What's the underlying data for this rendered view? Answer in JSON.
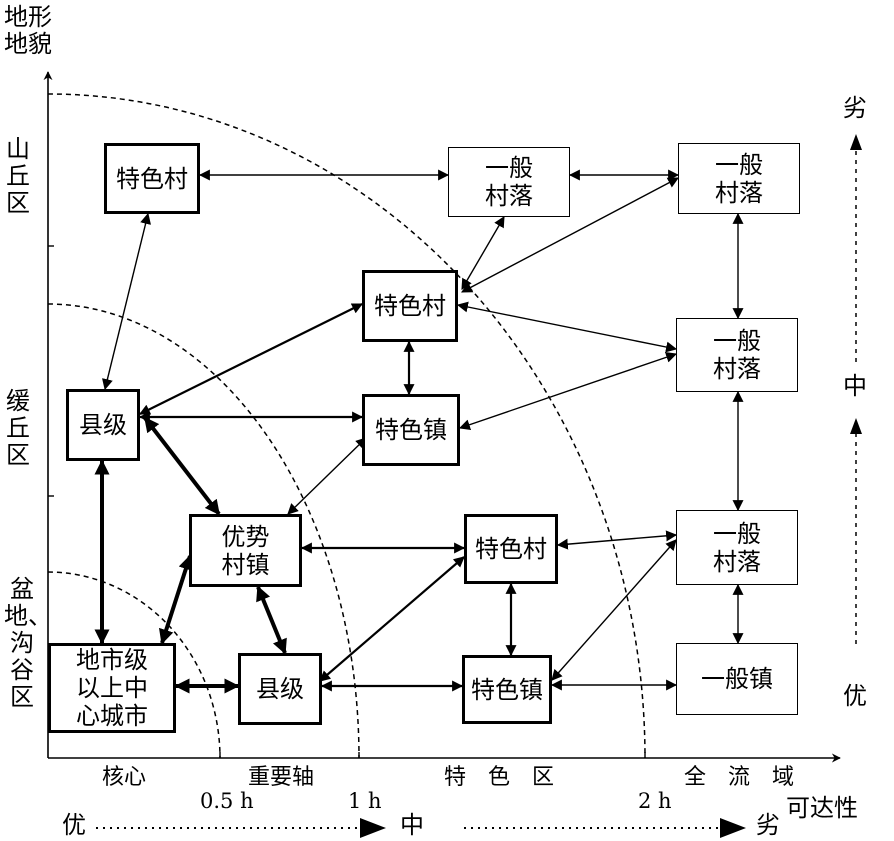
{
  "y_axis": {
    "title": "地形\n地貌",
    "top_label": "山\n丘\n区",
    "mid_label": "缓\n丘\n区",
    "bottom_label": "盆\n地、\n沟\n谷\n区"
  },
  "x_axis": {
    "zones": [
      "核心",
      "重要轴",
      "特　色　区",
      "全　流　域"
    ],
    "ticks": [
      "0.5 h",
      "1 h",
      "2 h"
    ],
    "title": "可达性",
    "scale": [
      "优",
      "中",
      "劣"
    ]
  },
  "right_scale": [
    "劣",
    "中",
    "优"
  ],
  "nodes": {
    "tese_cun_top": "特色村",
    "yiban_cunluo_top_mid": "一般\n村落",
    "yiban_cunluo_top_right": "一般\n村落",
    "tese_cun_mid": "特色村",
    "yiban_cunluo_mid_right": "一般\n村落",
    "xianji_left": "县级",
    "tese_zhen_mid": "特色镇",
    "youshi_cunzhen": "优势\n村镇",
    "tese_cun_low": "特色村",
    "yiban_cunluo_low_right": "一般\n村落",
    "dishi_center": "地市级\n以上中\n心城市",
    "xianji_bottom": "县级",
    "tese_zhen_bottom": "特色镇",
    "yiban_zhen": "一般镇"
  }
}
